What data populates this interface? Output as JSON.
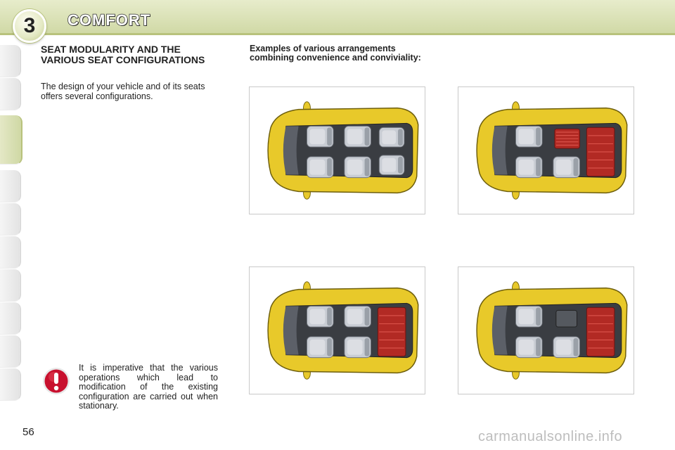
{
  "header": {
    "chapter_number": "3",
    "chapter_title": "COMFORT"
  },
  "left_column": {
    "section_title": "SEAT MODULARITY AND THE VARIOUS SEAT CONFIGURATIONS",
    "intro": "The design of your vehicle and of its seats offers several configurations.",
    "warning": "It is imperative that the various operations which lead to modification of the existing configuration are carried out when stationary."
  },
  "right_column": {
    "examples_title": "Examples of various arrangements combining convenience and conviviality:"
  },
  "images": [
    {
      "name": "config-all-seats",
      "folded": []
    },
    {
      "name": "config-rear-left-folded",
      "folded": [
        "rear-left",
        "row3"
      ]
    },
    {
      "name": "config-row3-removed",
      "folded": [
        "row3"
      ]
    },
    {
      "name": "config-rear-left-folded-row3-floor",
      "folded": [
        "rear-left-flat",
        "row3"
      ]
    }
  ],
  "colors": {
    "accent": "#cfd8a4",
    "car_body": "#e8c92a",
    "seat": "#c9cdd4",
    "folded_seat": "#b22a24",
    "warning": "#c8102e"
  },
  "icons": [
    "warning-exclamation-icon"
  ],
  "footer": {
    "page_number": "56",
    "watermark": "carmanualsonline.info"
  }
}
